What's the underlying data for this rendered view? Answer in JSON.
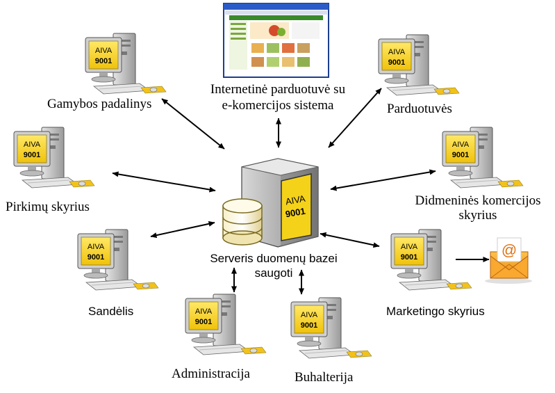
{
  "badge": {
    "line1": "AIVA",
    "line2": "9001"
  },
  "server": {
    "label_line1": "Serveris duomenų bazei",
    "label_line2": "saugoti"
  },
  "nodes": {
    "gamybos": {
      "label": "Gamybos padalinys"
    },
    "eshop": {
      "label_line1": "Internetinė parduotuvė su",
      "label_line2": "e-komercijos sistema"
    },
    "parduotuves": {
      "label": "Parduotuvės"
    },
    "pirkimu": {
      "label": "Pirkimų skyrius"
    },
    "didmenines": {
      "label_line1": "Didmeninės komercijos",
      "label_line2": "skyrius"
    },
    "sandelis": {
      "label": "Sandėlis"
    },
    "marketingo": {
      "label": "Marketingo skyrius"
    },
    "administracija": {
      "label": "Administracija"
    },
    "buhalterija": {
      "label": "Buhalterija"
    }
  },
  "colors": {
    "badge": "#f5d21a",
    "monitor": "#c9c9c9",
    "arrow": "#000000",
    "email": "#f0a020"
  },
  "icons": [
    "workstation-icon",
    "database-server-icon",
    "webshop-screenshot-icon",
    "email-envelope-icon"
  ]
}
